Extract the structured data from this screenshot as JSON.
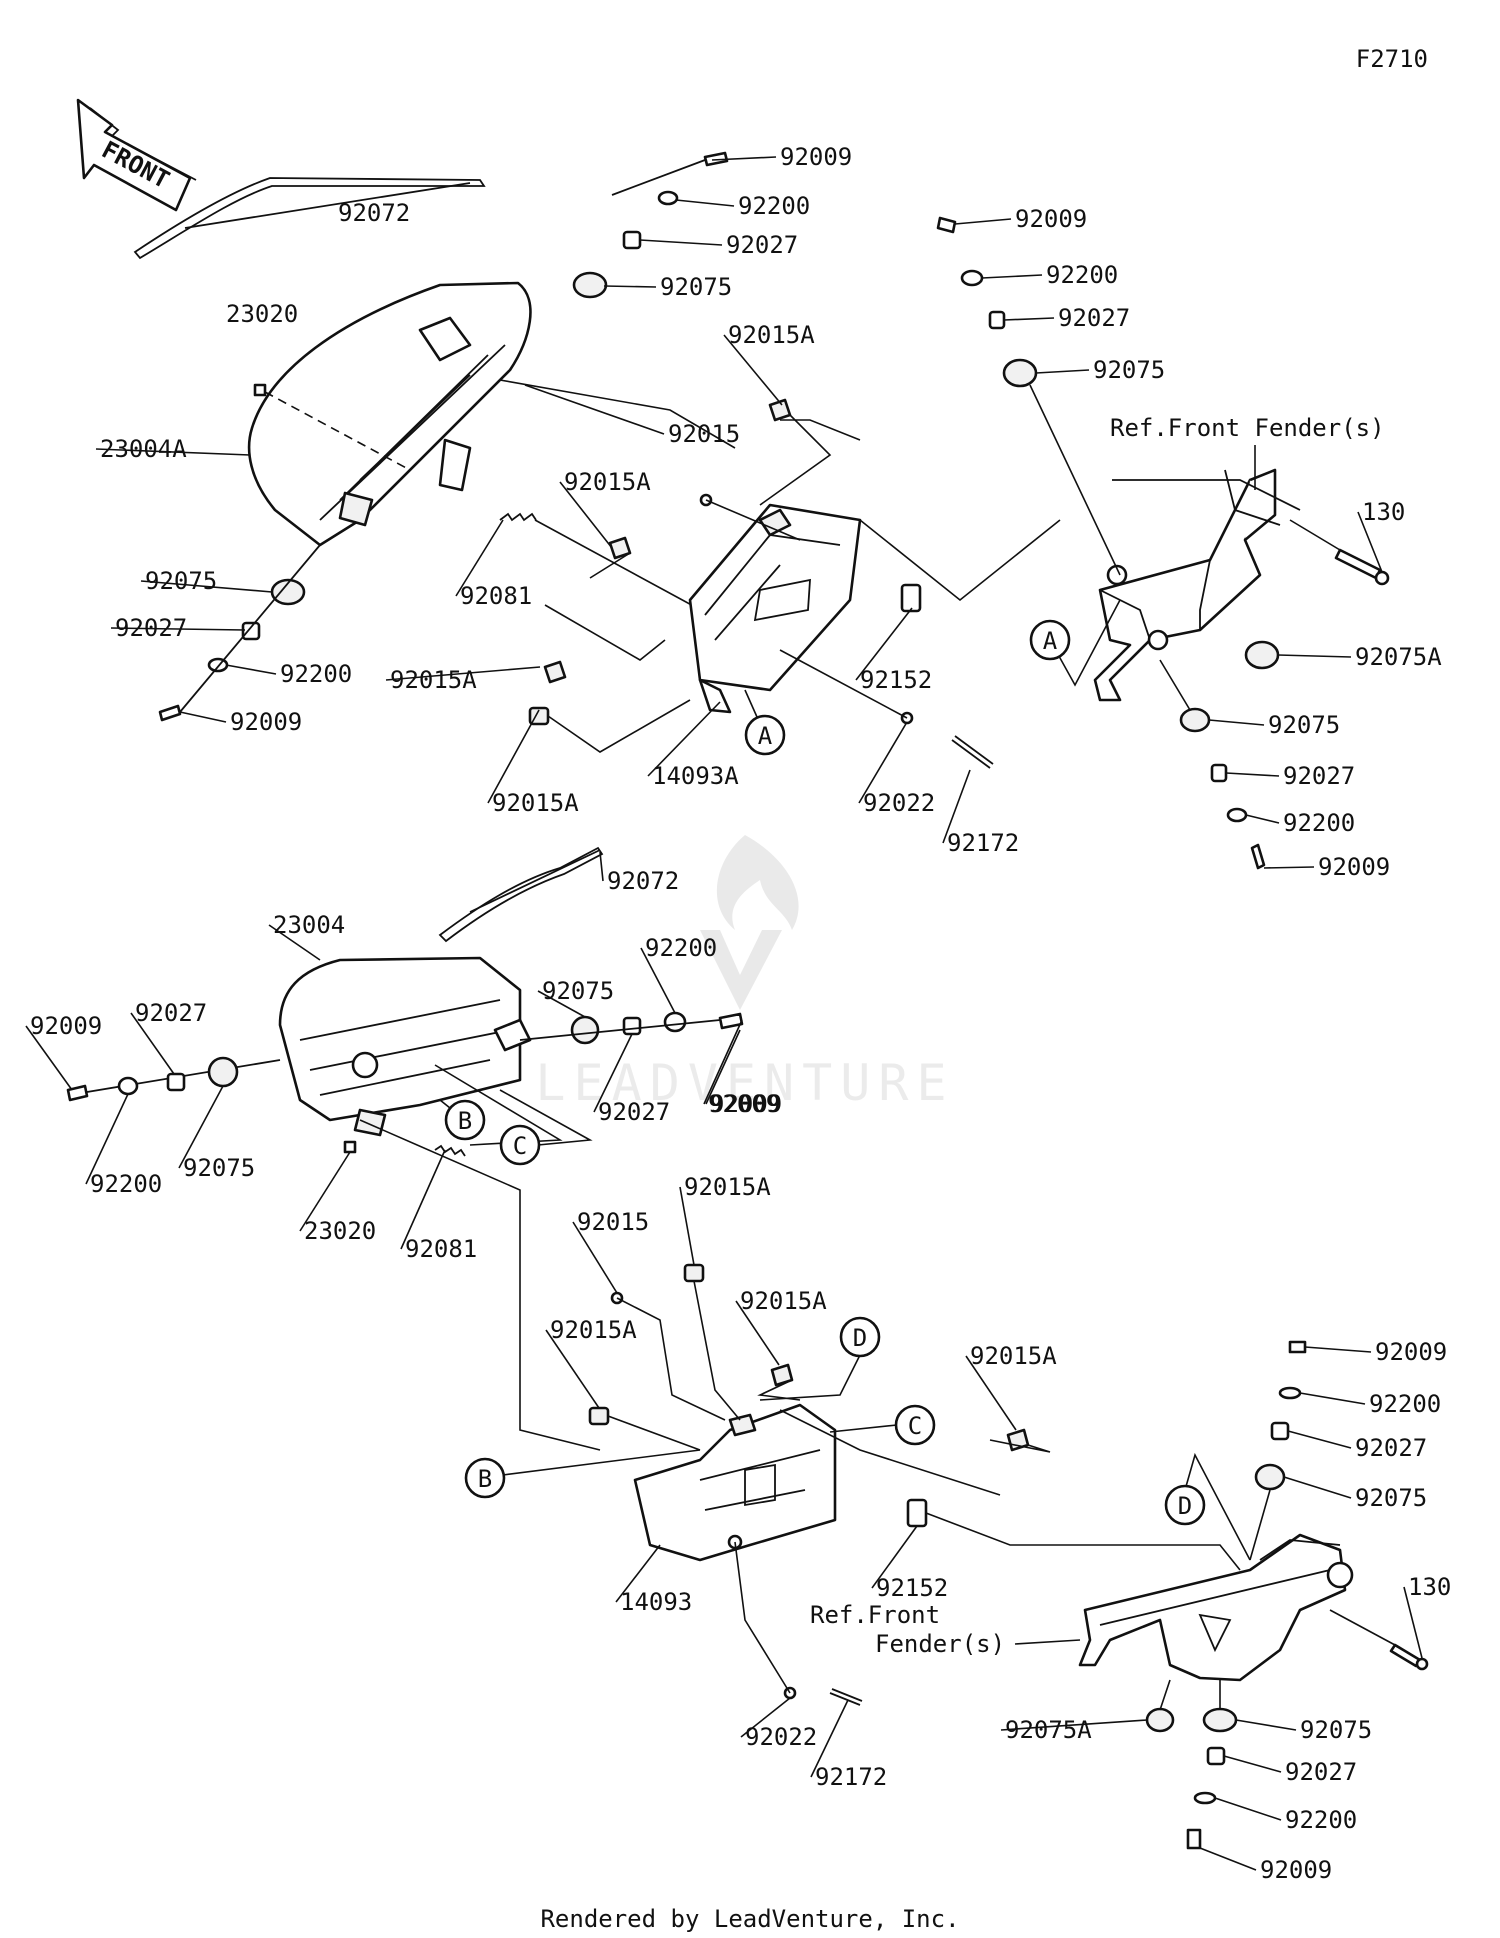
{
  "diagram_code": "F2710",
  "front_arrow_label": "FRONT",
  "footer": "Rendered by LeadVenture, Inc.",
  "watermark": "LEADVENTURE",
  "ref_labels": {
    "top": "Ref.Front Fender(s)",
    "bottom_line1": "Ref.Front",
    "bottom_line2": "Fender(s)"
  },
  "callouts": [
    "A",
    "A",
    "B",
    "B",
    "C",
    "C",
    "D",
    "D"
  ],
  "part_labels": [
    "92009",
    "92200",
    "92027",
    "92075",
    "92072",
    "23020",
    "23004A",
    "92015A",
    "92015",
    "92015A",
    "92075",
    "92027",
    "92200",
    "92009",
    "92081",
    "92015A",
    "92015A",
    "14093A",
    "92152",
    "92022",
    "92172",
    "92009",
    "92200",
    "92027",
    "92075",
    "130",
    "92075A",
    "92075",
    "92027",
    "92200",
    "92009",
    "92072",
    "23004",
    "92075",
    "92200",
    "92009",
    "92027",
    "92009",
    "92200",
    "92075",
    "92027",
    "92009",
    "23020",
    "92081",
    "92015A",
    "92015",
    "92015A",
    "92015A",
    "92015A",
    "14093",
    "92152",
    "92022",
    "92172",
    "92009",
    "92200",
    "92027",
    "92075",
    "130",
    "92075A",
    "92075",
    "92027",
    "92200",
    "92009"
  ]
}
